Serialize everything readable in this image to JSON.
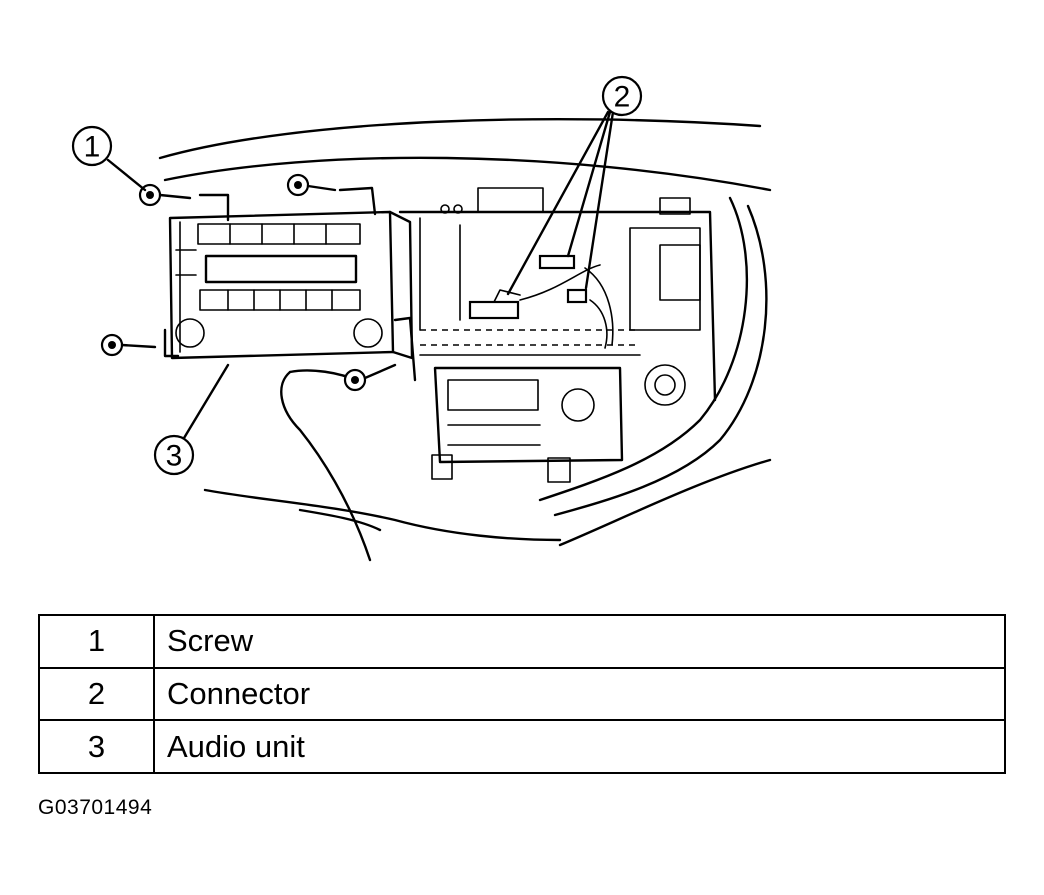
{
  "figure": {
    "callouts": [
      "1",
      "2",
      "3"
    ]
  },
  "legend": {
    "rows": [
      {
        "num": "1",
        "desc": "Screw"
      },
      {
        "num": "2",
        "desc": "Connector"
      },
      {
        "num": "3",
        "desc": "Audio unit"
      }
    ]
  },
  "figure_id": "G03701494"
}
